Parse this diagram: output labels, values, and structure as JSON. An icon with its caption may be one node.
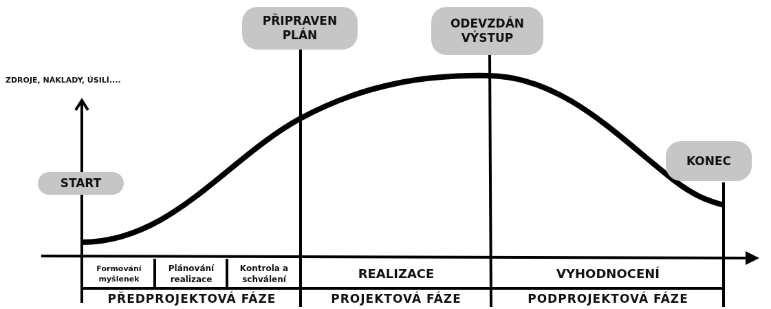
{
  "diagram": {
    "nodes": [
      {
        "text": [
          "START"
        ]
      },
      {
        "text": [
          "PŘIPRAVEN PLÁN"
        ]
      },
      {
        "text": [
          "ODEVZDÁN VÝSTUP"
        ]
      },
      {
        "text": [
          "KONEC"
        ]
      }
    ],
    "labels": [
      "ZDROJE, NÁKLADY, ÚSILÍ....",
      "Formování myšlenek",
      "Plánování realizace",
      "Kontrola a schválení",
      "REALIZACE",
      "VYHODNOCENÍ",
      "PŘEDPROJEKTOVÁ FÁZE",
      "PROJEKTOVÁ FÁZE",
      "PODPROJEKTOVÁ FÁZE"
    ]
  }
}
